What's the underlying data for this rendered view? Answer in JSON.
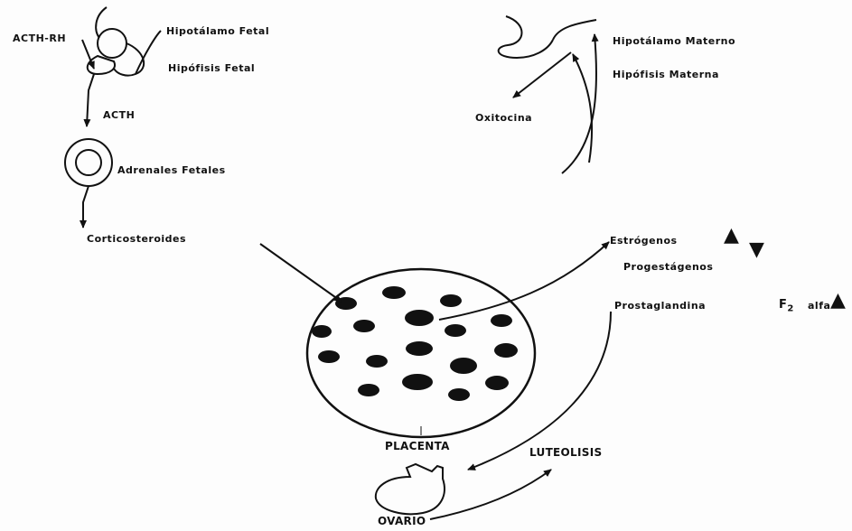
{
  "labels": {
    "acth_rh": "ACTH-RH",
    "hipotalamo_fetal": "Hipotálamo Fetal",
    "hipofisis_fetal": "Hipófisis Fetal",
    "acth": "ACTH",
    "adrenales_fetales": "Adrenales Fetales",
    "corticosteroides": "Corticosteroides",
    "hipotalamo_materno": "Hipotálamo Materno",
    "hipofisis_materna": "Hipófisis Materna",
    "oxitocina": "Oxitocina",
    "estrogenos": "Estrógenos",
    "progestagenos": "Progestágenos",
    "prostaglandina": "Prostaglandina",
    "f2": "F",
    "f2_sub": "2",
    "alfa": "alfa",
    "placenta": "PLACENTA",
    "luteolisis": "LUTEOLISIS",
    "ovario": "OVARIO"
  },
  "trends": {
    "estrogenos": "up",
    "progestagenos": "down",
    "prostaglandina": "up"
  },
  "trend_glyphs": {
    "up": "▲",
    "down": "▼"
  }
}
